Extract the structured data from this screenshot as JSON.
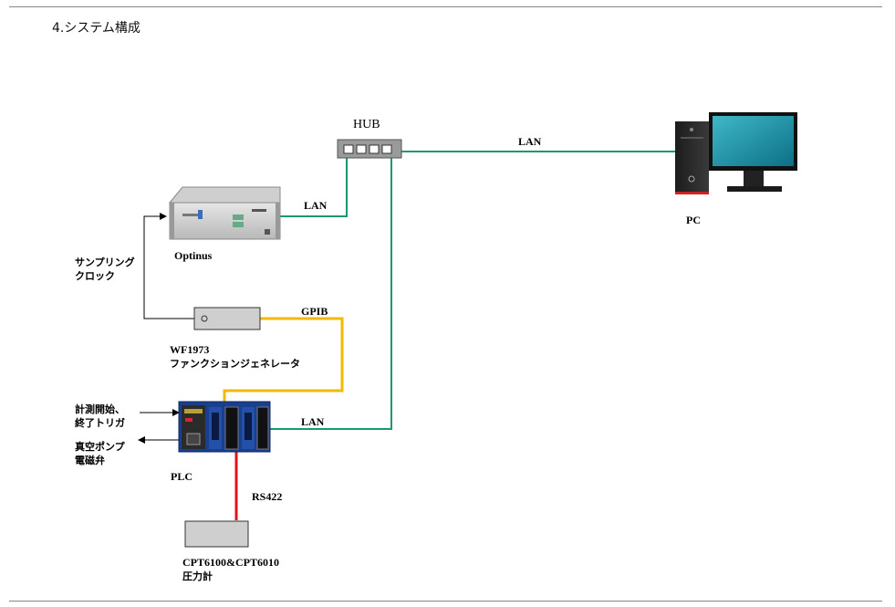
{
  "heading": "4.システム構成",
  "labels": {
    "hub": "HUB",
    "pc": "PC",
    "optinus": "Optinus",
    "plc": "PLC",
    "wf_model": "WF1973",
    "wf_name": "ファンクションジェネレータ",
    "cpt_model": "CPT6100&CPT6010",
    "cpt_name": "圧力計",
    "sampling_1": "サンプリング",
    "sampling_2": "クロック",
    "trigger_1": "計測開始、",
    "trigger_2": "終了トリガ",
    "pump_1": "真空ポンプ",
    "pump_2": "電磁弁"
  },
  "connections": {
    "hub_pc": "LAN",
    "optinus_hub": "LAN",
    "plc_hub": "LAN",
    "wf_plc": "GPIB",
    "plc_cpt": "RS422"
  },
  "colors": {
    "lan": "#1a9a6a",
    "gpib": "#f5b800",
    "rs422": "#e0141e",
    "signal": "#000000"
  }
}
